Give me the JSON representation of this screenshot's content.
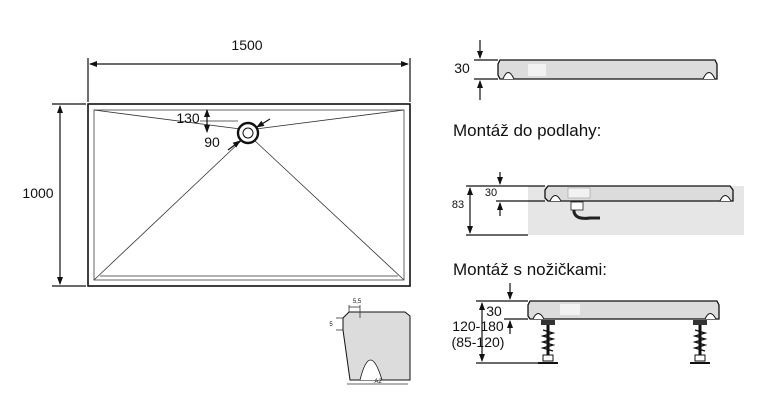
{
  "top_view": {
    "width_label": "1500",
    "height_label": "1000",
    "drain_offset_label": "130",
    "drain_diameter_label": "90"
  },
  "profile": {
    "thickness_label": "30"
  },
  "floor_install": {
    "title": "Montáž do podlahy:",
    "total_label": "83",
    "thickness_label": "30"
  },
  "legs_install": {
    "title": "Montáž s nožičkami:",
    "thickness_label": "30",
    "range_label": "120-180",
    "alt_range_label": "(85-120)"
  },
  "edge_detail": {
    "top_label": "5,5",
    "side_label": "5",
    "bottom_label": "A2"
  },
  "colors": {
    "tray_fill": "#dcdcdc",
    "floor_fill": "#e6e6e6",
    "line": "#111111"
  }
}
